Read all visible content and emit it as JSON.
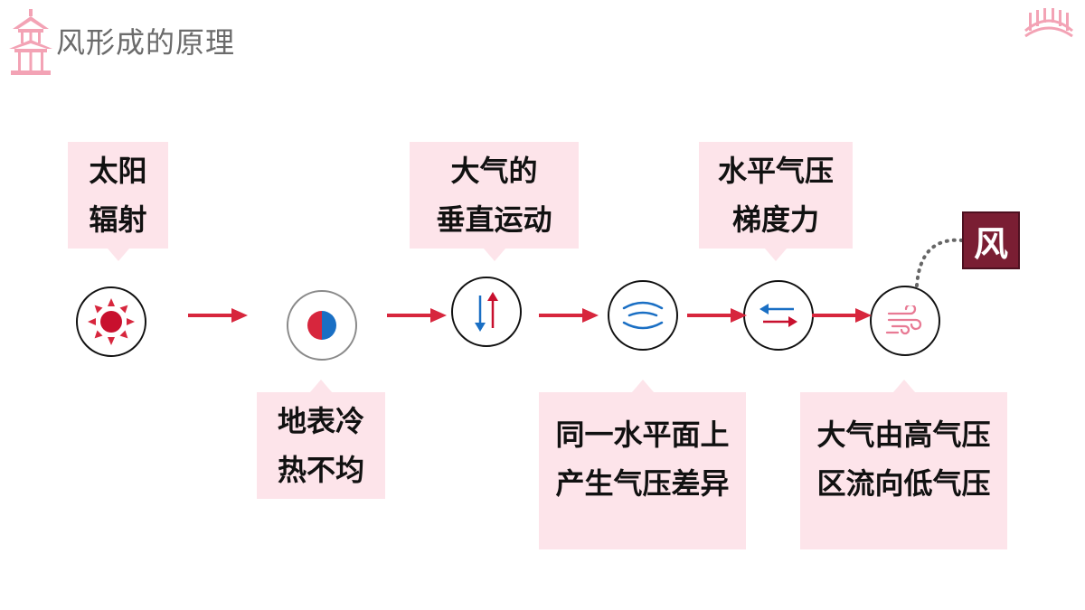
{
  "header": {
    "title": "风形成的原理"
  },
  "steps": {
    "solar": "太阳\n辐射",
    "uneven": "地表冷\n热不均",
    "vertical": "大气的\n垂直运动",
    "pressure_diff": "同一水平面上\n产生气压差异",
    "gradient": "水平气压\n梯度力",
    "flow": "大气由高气压\n区流向低气压"
  },
  "result": {
    "label": "风"
  },
  "icons": [
    "pagoda-icon",
    "bridge-icon",
    "sun-icon",
    "hot-cold-icon",
    "vertical-arrows-icon",
    "isobar-icon",
    "horizontal-arrows-icon",
    "wind-icon"
  ],
  "colors": {
    "accent_red": "#d7263d",
    "box_pink": "#fde4ea",
    "blue": "#1a6fc4",
    "wind_box": "#7a1e33"
  }
}
